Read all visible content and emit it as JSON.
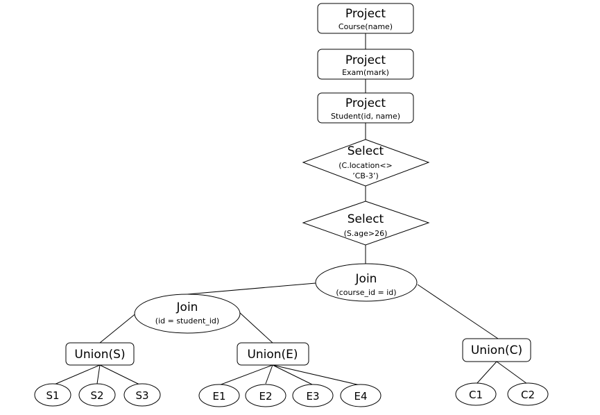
{
  "nodes": {
    "project_course": {
      "title": "Project",
      "sub": "Course(name)"
    },
    "project_exam": {
      "title": "Project",
      "sub": "Exam(mark)"
    },
    "project_student": {
      "title": "Project",
      "sub": "Student(id, name)"
    },
    "select_location": {
      "title": "Select",
      "sub1": "(C.location<>",
      "sub2": "’CB-3’)"
    },
    "select_age": {
      "title": "Select",
      "sub": "(S.age>26)"
    },
    "join_course": {
      "title": "Join",
      "sub": "(course_id = id)"
    },
    "join_student": {
      "title": "Join",
      "sub": "(id = student_id)"
    },
    "union_s": {
      "label": "Union(S)"
    },
    "union_e": {
      "label": "Union(E)"
    },
    "union_c": {
      "label": "Union(C)"
    },
    "leaves": {
      "s1": "S1",
      "s2": "S2",
      "s3": "S3",
      "e1": "E1",
      "e2": "E2",
      "e3": "E3",
      "e4": "E4",
      "c1": "C1",
      "c2": "C2"
    }
  }
}
